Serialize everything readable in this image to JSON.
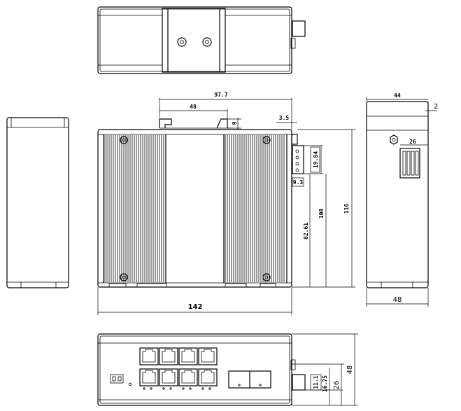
{
  "drawing": {
    "dimensions": {
      "din_rail_width": "97.7",
      "din_rail_span": "48",
      "rail_gap": "9",
      "terminal_offset": "3.5",
      "terminal_pitch": "19.84",
      "terminal_bottom": "9.3",
      "front_width": "142",
      "height_total": "116",
      "height_rail": "108",
      "height_mount": "82.61",
      "side_top": "44",
      "side_edge": "2",
      "side_terminal": "26",
      "side_width": "48",
      "bottom_port": "11.1",
      "bottom_port2": "16.75",
      "bottom_26": "26",
      "bottom_48": "48"
    }
  }
}
